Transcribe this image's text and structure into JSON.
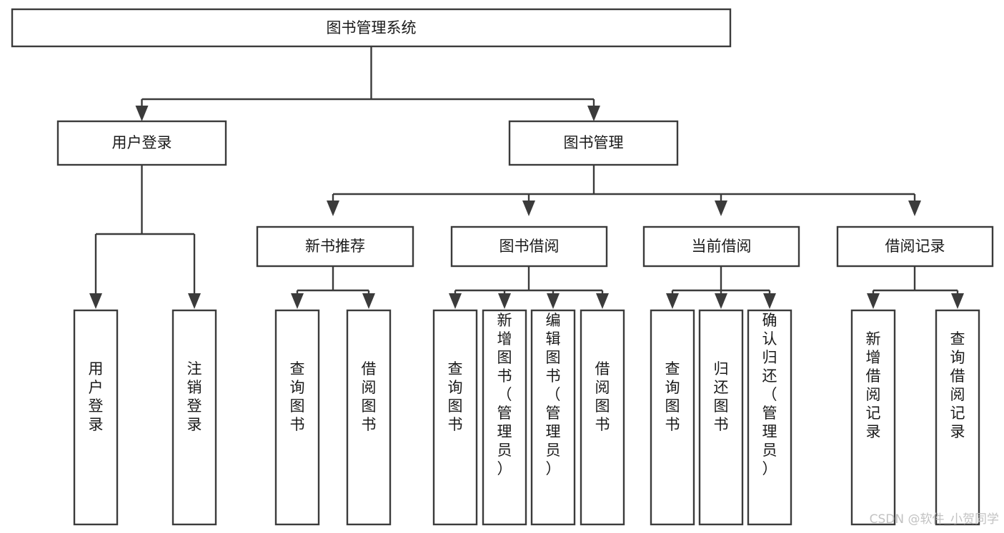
{
  "diagram": {
    "title": "图书管理系统",
    "type": "functional-structure-tree",
    "watermark": "CSDN @软件_小贺同学",
    "colors": {
      "stroke": "#3b3b3b",
      "fill": "#ffffff",
      "text": "#1a1a1a",
      "watermark": "#c2c2c2",
      "background": "#ffffff"
    },
    "levels": {
      "level1_label": "图书管理系统",
      "level2_labels": [
        "用户登录",
        "图书管理"
      ],
      "level3_labels": [
        "新书推荐",
        "图书借阅",
        "当前借阅",
        "借阅记录"
      ]
    },
    "root": {
      "label": "图书管理系统",
      "children": [
        {
          "label": "用户登录",
          "children": [
            {
              "label": "用户登录"
            },
            {
              "label": "注销登录"
            }
          ]
        },
        {
          "label": "图书管理",
          "children": [
            {
              "label": "新书推荐",
              "children": [
                {
                  "label": "查询图书"
                },
                {
                  "label": "借阅图书"
                }
              ]
            },
            {
              "label": "图书借阅",
              "children": [
                {
                  "label": "查询图书"
                },
                {
                  "label": "新增图书（管理员）"
                },
                {
                  "label": "编辑图书（管理员）"
                },
                {
                  "label": "借阅图书"
                }
              ]
            },
            {
              "label": "当前借阅",
              "children": [
                {
                  "label": "查询图书"
                },
                {
                  "label": "归还图书"
                },
                {
                  "label": "确认归还（管理员）"
                }
              ]
            },
            {
              "label": "借阅记录",
              "children": [
                {
                  "label": "新增借阅记录"
                },
                {
                  "label": "查询借阅记录"
                }
              ]
            }
          ]
        }
      ]
    },
    "nodes": {
      "root": {
        "label": "图书管理系统"
      },
      "user_login": {
        "label": "用户登录"
      },
      "book_mgmt": {
        "label": "图书管理"
      },
      "new_book_rec": {
        "label": "新书推荐"
      },
      "book_borrow": {
        "label": "图书借阅"
      },
      "current_borrow": {
        "label": "当前借阅"
      },
      "borrow_record": {
        "label": "借阅记录"
      },
      "leaf_user_login": {
        "label": "用户登录"
      },
      "leaf_logout": {
        "label": "注销登录"
      },
      "leaf_query_book_a": {
        "label": "查询图书"
      },
      "leaf_borrow_book_a": {
        "label": "借阅图书"
      },
      "leaf_query_book_b": {
        "label": "查询图书"
      },
      "leaf_add_book": {
        "label": "新增图书（管理员）"
      },
      "leaf_edit_book": {
        "label": "编辑图书（管理员）"
      },
      "leaf_borrow_book_b": {
        "label": "借阅图书"
      },
      "leaf_query_book_c": {
        "label": "查询图书"
      },
      "leaf_return_book": {
        "label": "归还图书"
      },
      "leaf_confirm_return": {
        "label": "确认归还（管理员）"
      },
      "leaf_add_record": {
        "label": "新增借阅记录"
      },
      "leaf_query_record": {
        "label": "查询借阅记录"
      }
    }
  }
}
